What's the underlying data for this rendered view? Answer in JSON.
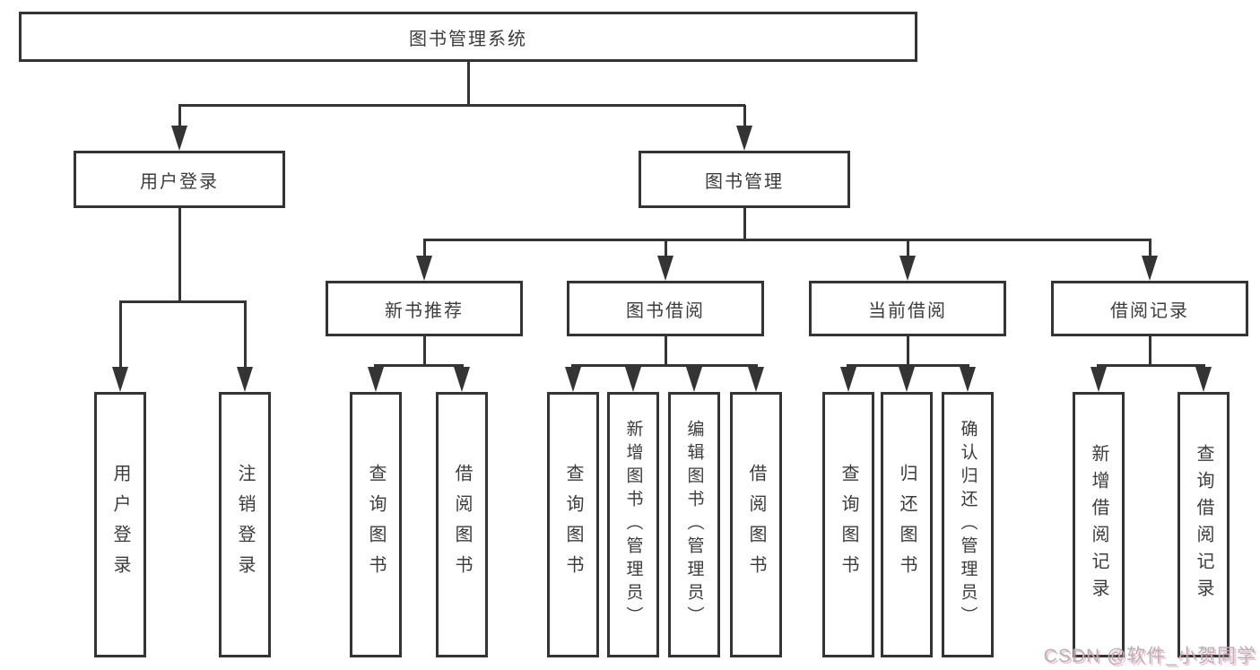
{
  "watermark": "CSDN @软件_小贺同学",
  "colors": {
    "line": "#343434",
    "border": "#343434",
    "text": "#3c3c3c",
    "background": "#ffffff",
    "watermark_text": "#b4b4b8"
  },
  "tree": {
    "root": "图书管理系统",
    "branches": [
      {
        "label": "用户登录",
        "children": [
          {
            "label": "用户登录"
          },
          {
            "label": "注销登录"
          }
        ]
      },
      {
        "label": "图书管理",
        "children": [
          {
            "label": "新书推荐",
            "children": [
              {
                "label": "查询图书"
              },
              {
                "label": "借阅图书"
              }
            ]
          },
          {
            "label": "图书借阅",
            "children": [
              {
                "label": "查询图书"
              },
              {
                "label": "新增图书（管理员）"
              },
              {
                "label": "编辑图书（管理员）"
              },
              {
                "label": "借阅图书"
              }
            ]
          },
          {
            "label": "当前借阅",
            "children": [
              {
                "label": "查询图书"
              },
              {
                "label": "归还图书"
              },
              {
                "label": "确认归还（管理员）"
              }
            ]
          },
          {
            "label": "借阅记录",
            "children": [
              {
                "label": "新增借阅记录"
              },
              {
                "label": "查询借阅记录"
              }
            ]
          }
        ]
      }
    ]
  }
}
